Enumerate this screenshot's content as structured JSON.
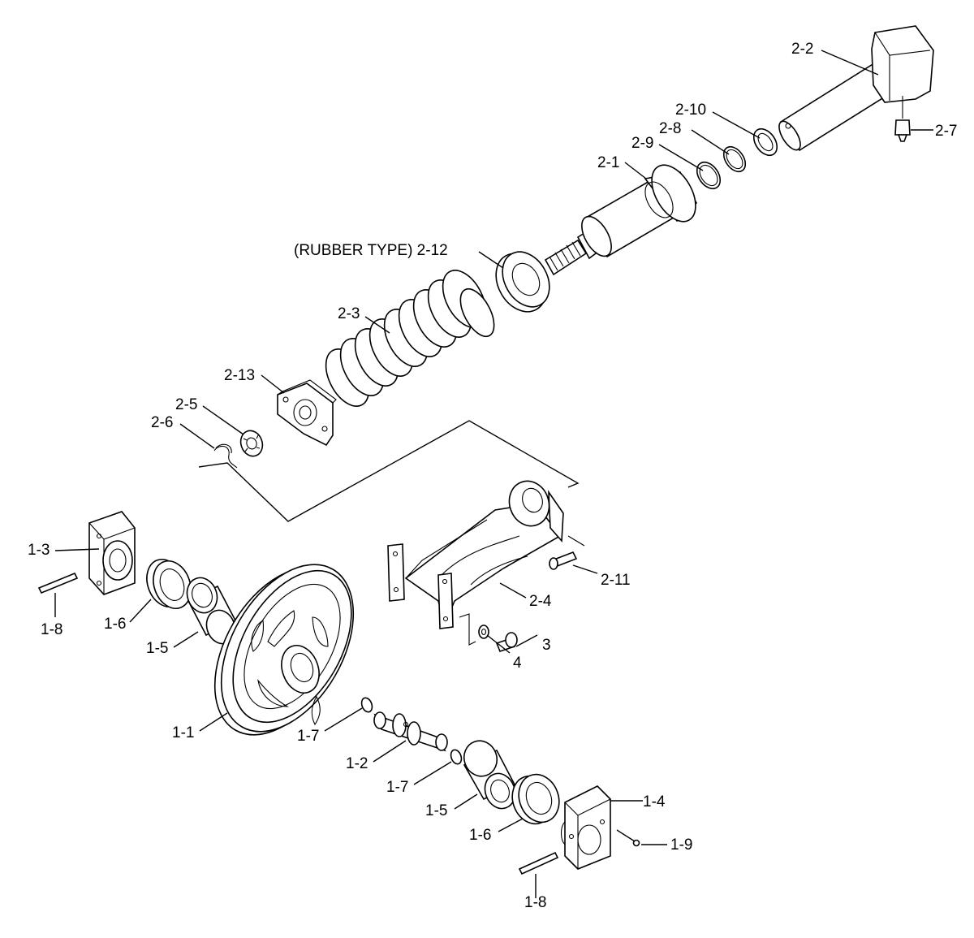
{
  "labels": {
    "p2_2": "2-2",
    "p2_7": "2-7",
    "p2_10": "2-10",
    "p2_8": "2-8",
    "p2_9": "2-9",
    "p2_1": "2-1",
    "p2_12": "(RUBBER TYPE) 2-12",
    "p2_3": "2-3",
    "p2_13": "2-13",
    "p2_5": "2-5",
    "p2_6": "2-6",
    "p1_3": "1-3",
    "p1_8a": "1-8",
    "p1_6a": "1-6",
    "p1_5a": "1-5",
    "p2_11": "2-11",
    "p2_4": "2-4",
    "p3": "3",
    "p4": "4",
    "p1_1": "1-1",
    "p1_7a": "1-7",
    "p1_2": "1-2",
    "p1_7b": "1-7",
    "p1_5b": "1-5",
    "p1_4": "1-4",
    "p1_6b": "1-6",
    "p1_9": "1-9",
    "p1_8b": "1-8"
  }
}
